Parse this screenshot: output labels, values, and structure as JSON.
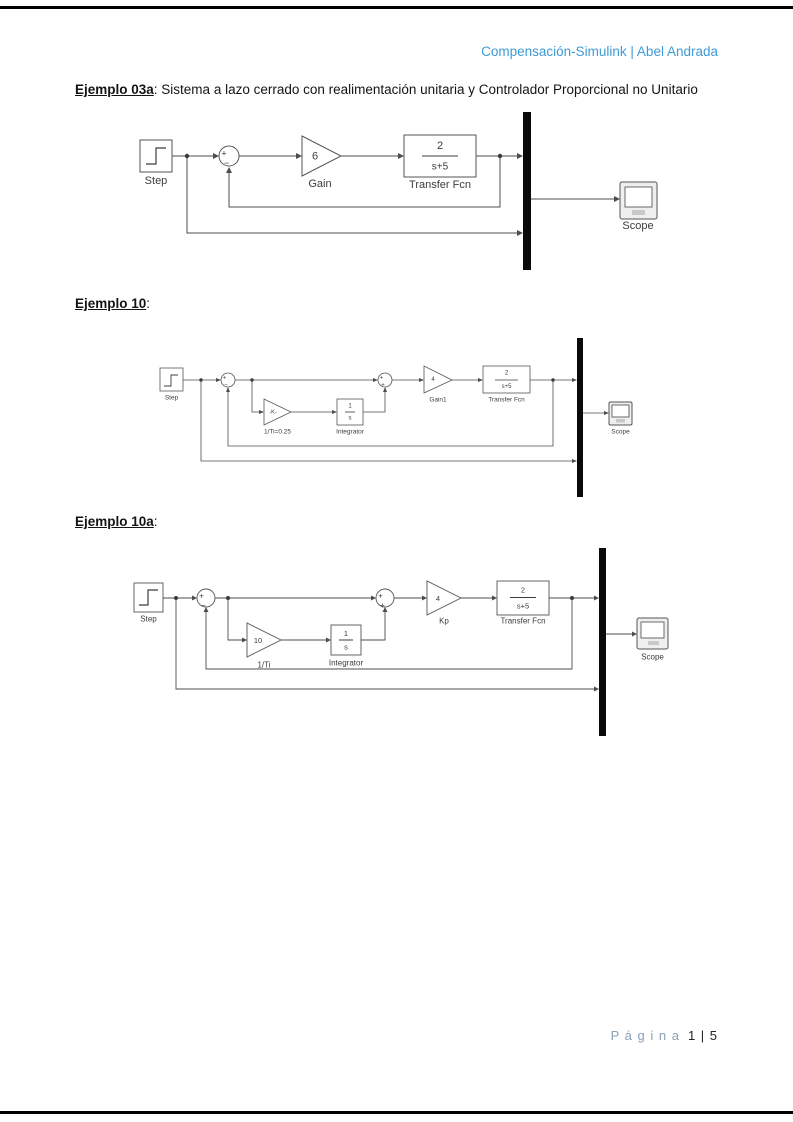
{
  "colors": {
    "header_blue": "#3d9bd5",
    "footer_muted": "#8aa0b8",
    "diagram_line": "#4d4d4d"
  },
  "header": {
    "title": "Compensación-Simulink | Abel Andrada"
  },
  "footer": {
    "label": "P á g i n a",
    "page": "1 | 5"
  },
  "sections": {
    "s1": {
      "lead": "Ejemplo 03a",
      "rest": ": Sistema a lazo cerrado con realimentación unitaria y Controlador Proporcional no Unitario"
    },
    "s2": {
      "lead": "Ejemplo 10",
      "rest": ":"
    },
    "s3": {
      "lead": "Ejemplo 10a",
      "rest": ":"
    }
  },
  "d1": {
    "step_label": "Step",
    "sum_plus": "+",
    "sum_minus": "−",
    "gain_value": "6",
    "gain_label": "Gain",
    "tf_num": "2",
    "tf_den": "s+5",
    "tf_label": "Transfer Fcn",
    "scope_label": "Scope"
  },
  "d2": {
    "step_label": "Step",
    "sum1_plus": "+",
    "sum1_minus": "−",
    "ki_value": "-K-",
    "ki_label": "1/Ti=0.25",
    "int_num": "1",
    "int_den": "s",
    "int_label": "Integrator",
    "sum2_plus_a": "+",
    "sum2_plus_b": "+",
    "gain_value": "4",
    "gain_label": "Gain1",
    "tf_num": "2",
    "tf_den": "s+5",
    "tf_label": "Transfer Fcn",
    "scope_label": "Scope"
  },
  "d3": {
    "step_label": "Step",
    "sum1_plus": "+",
    "sum1_minus": "−",
    "ki_value": "10",
    "ki_label": "1/Ti",
    "int_num": "1",
    "int_den": "s",
    "int_label": "Integrator",
    "sum2_plus_a": "+",
    "sum2_plus_b": "+",
    "gain_value": "4",
    "gain_label": "Kp",
    "tf_num": "2",
    "tf_den": "s+5",
    "tf_label": "Transfer Fcn",
    "scope_label": "Scope"
  }
}
